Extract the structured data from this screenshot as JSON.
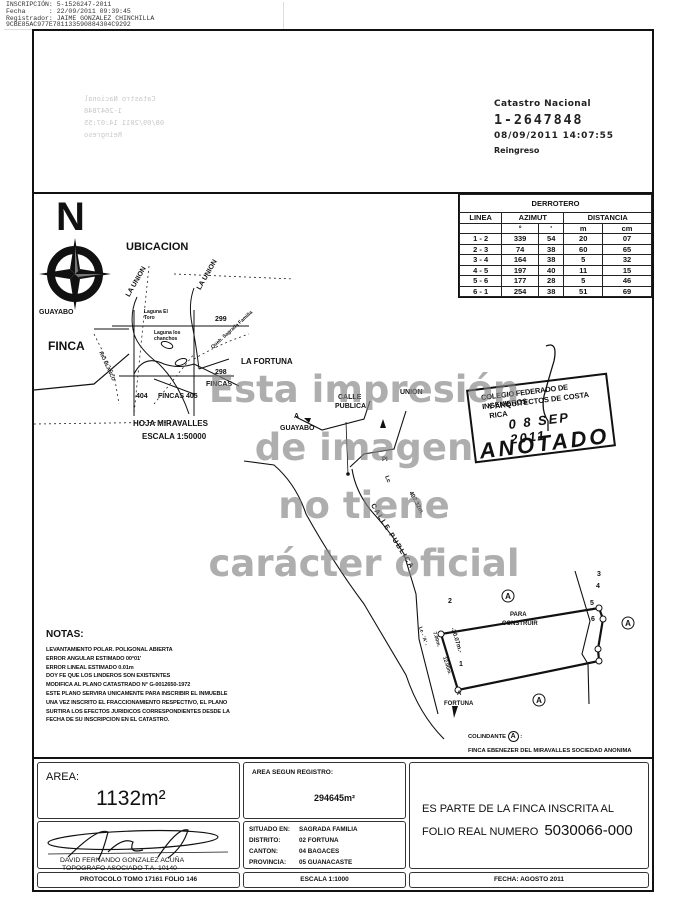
{
  "registry_stamp": {
    "inscripcion_label": "INSCRIPCIÓN:",
    "inscripcion": "5-1526247-2011",
    "fecha_label": "Fecha      :",
    "fecha": "22/09/2011 09:39:45",
    "registrador_label": "Registrador:",
    "registrador": "JAIME GONZALEZ CHINCHILLA",
    "hash": "9CBE85AC977E781133590884304C9292"
  },
  "catastro": {
    "title": "Catastro Nacional",
    "number": "1-2647848",
    "datetime": "08/09/2011 14:07:55",
    "status": "Reingreso"
  },
  "ghost_text": [
    "Catastro Nacional",
    "1-2647848",
    "08/09/2011 14:07:55",
    "Reingreso"
  ],
  "derrotero": {
    "title": "DERROTERO",
    "headers": {
      "linea": "LINEA",
      "azimut": "AZIMUT",
      "distancia": "DISTANCIA"
    },
    "subheaders": {
      "deg": "°",
      "min": "'",
      "m": "m",
      "cm": "cm"
    },
    "rows": [
      {
        "linea": "1 - 2",
        "deg": "339",
        "min": "54",
        "m": "20",
        "cm": "07"
      },
      {
        "linea": "2 - 3",
        "deg": "74",
        "min": "38",
        "m": "60",
        "cm": "65"
      },
      {
        "linea": "3 - 4",
        "deg": "164",
        "min": "38",
        "m": "5",
        "cm": "32"
      },
      {
        "linea": "4 - 5",
        "deg": "197",
        "min": "40",
        "m": "11",
        "cm": "15"
      },
      {
        "linea": "5 - 6",
        "deg": "177",
        "min": "28",
        "m": "5",
        "cm": "46"
      },
      {
        "linea": "6 - 1",
        "deg": "254",
        "min": "38",
        "m": "51",
        "cm": "69"
      }
    ]
  },
  "location_map": {
    "north": "N",
    "title": "UBICACION",
    "labels": {
      "guayabo": "GUAYABO",
      "finca": "FINCA",
      "la_union_1": "LA UNION",
      "la_union_2": "LA UNION",
      "laguna_toro": "Laguna El Toro",
      "laguna_chanchos": "Laguna los chanchos",
      "quebrada": "Queb. Sagrada Familia",
      "grid_299": "299",
      "grid_298": "298",
      "la_fortuna": "LA FORTUNA",
      "fincas": "FINCAS",
      "fincas_405": "FINCAS 405",
      "grid_404": "404",
      "rio_blanco": "RIO BLANCO"
    },
    "sheet": "HOJA MIRAVALLES",
    "scale": "ESCALA 1:50000"
  },
  "site_plan": {
    "a_guayabo_1": "A",
    "a_guayabo_2": "GUAYABO",
    "calle_publica_top_1": "CALLE",
    "calle_publica_top_2": "PUBLICA",
    "union": "UNION",
    "pi": "PI",
    "lc": "Lc",
    "distance_407": "407.32m.",
    "calle_publica_road": "CALLE PUBLICA",
    "lot_label_1": "PARA",
    "lot_label_2": "CONSTRUIR",
    "dim_2007": "-20.07m.-",
    "dim_700": "7.00m.",
    "dim_1200": "12.00m.",
    "lc_label": "Lc - 'A' -",
    "a_fortuna_1": "A",
    "a_fortuna_2": "FORTUNA",
    "colindante_marker": "A",
    "vertices": [
      "1",
      "2",
      "3",
      "4",
      "5",
      "6"
    ]
  },
  "watermark": [
    "Esta impresión",
    "de imagen",
    "no tiene",
    "carácter oficial"
  ],
  "cfia_seal": {
    "line1": "COLEGIO FEDERADO DE INGENIEROS",
    "line2": "Y ARQUITECTOS DE COSTA RICA",
    "date": "0 8  SEP  2011",
    "status": "ANOTADO"
  },
  "notas": {
    "title": "NOTAS:",
    "lines": [
      "LEVANTAMIENTO POLAR. POLIGONAL ABIERTA",
      "ERROR ANGULAR ESTIMADO 00°01'",
      "ERROR LINEAL ESTIMADO 0.01m",
      "DOY FE QUE LOS LINDEROS SON EXISTENTES",
      "MODIFICA AL PLANO CATASTRADO N° G-0012650-1972",
      "ESTE PLANO SERVIRA UNICAMENTE PARA INSCRIBIR EL INMUEBLE",
      "UNA VEZ INSCRITO EL FRACCIONAMIENTO RESPECTIVO, EL PLANO",
      "SURTIRA LOS EFECTOS JURIDICOS CORRESPONDIENTES DESDE LA",
      "FECHA DE SU INSCRIPCION EN EL CATASTRO."
    ]
  },
  "colindante": {
    "label": "COLINDANTE",
    "marker": "A",
    "suffix": ":",
    "owner": "FINCA EBENEZER DEL MIRAVALLES SOCIEDAD ANONIMA"
  },
  "title_block": {
    "area_label": "AREA:",
    "area_value": "1132m²",
    "area_registro_label": "AREA SEGUN REGISTRO:",
    "area_registro_value": "294645m²",
    "finca_line1": "ES PARTE DE LA FINCA INSCRITA AL",
    "finca_line2": "FOLIO REAL NUMERO",
    "folio_number": "5030066-000",
    "surveyor_name": "DAVID FERNANDO GONZALEZ ACUÑA",
    "surveyor_title": "TOPOGRAFO ASOCIADO T.A. 10140",
    "location": [
      {
        "key": "SITUADO EN:",
        "value": "SAGRADA FAMILIA"
      },
      {
        "key": "DISTRITO:",
        "value": "02 FORTUNA"
      },
      {
        "key": "CANTON:",
        "value": "04 BAGACES"
      },
      {
        "key": "PROVINCIA:",
        "value": "05 GUANACASTE"
      }
    ],
    "protocolo": "PROTOCOLO  TOMO 17161  FOLIO 146",
    "escala": "ESCALA   1:1000",
    "fecha": "FECHA: AGOSTO 2011"
  }
}
